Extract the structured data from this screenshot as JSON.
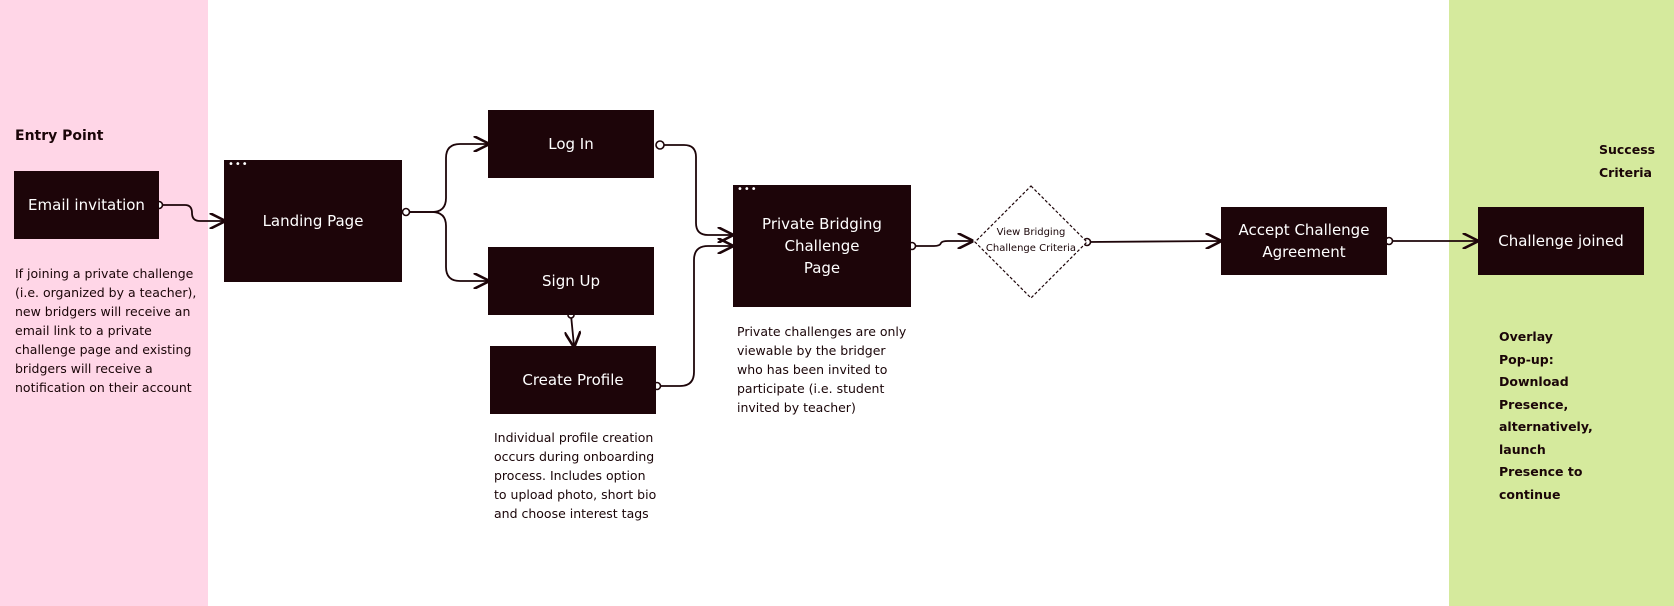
{
  "lanes": {
    "entry_title": "Entry Point",
    "success_title": "Success Criteria"
  },
  "nodes": {
    "email_invitation": "Email invitation",
    "landing_page": "Landing Page",
    "log_in": "Log In",
    "sign_up": "Sign Up",
    "create_profile": "Create Profile",
    "private_challenge_page": "Private Bridging\nChallenge\nPage",
    "view_criteria": "View Bridging\nChallenge Criteria",
    "accept_agreement": "Accept Challenge\nAgreement",
    "challenge_joined": "Challenge joined",
    "page_marker": "•••"
  },
  "notes": {
    "entry_note": "If joining a private challenge (i.e. organized by a teacher), new bridgers will receive an email link to a private challenge page and existing bridgers will receive a notification on their account",
    "profile_note": "Individual profile creation occurs during onboarding process. Includes option to upload photo, short bio and choose interest tags",
    "private_note": "Private challenges are only viewable by the bridger who has been invited to participate (i.e. student invited by teacher)",
    "success_note": "Overlay Pop-up: Download Presence, alternatively, launch Presence to continue"
  },
  "colors": {
    "entry_lane": "#ffd6e7",
    "success_lane": "#d5ea9d",
    "node_fill": "#1d0509"
  }
}
